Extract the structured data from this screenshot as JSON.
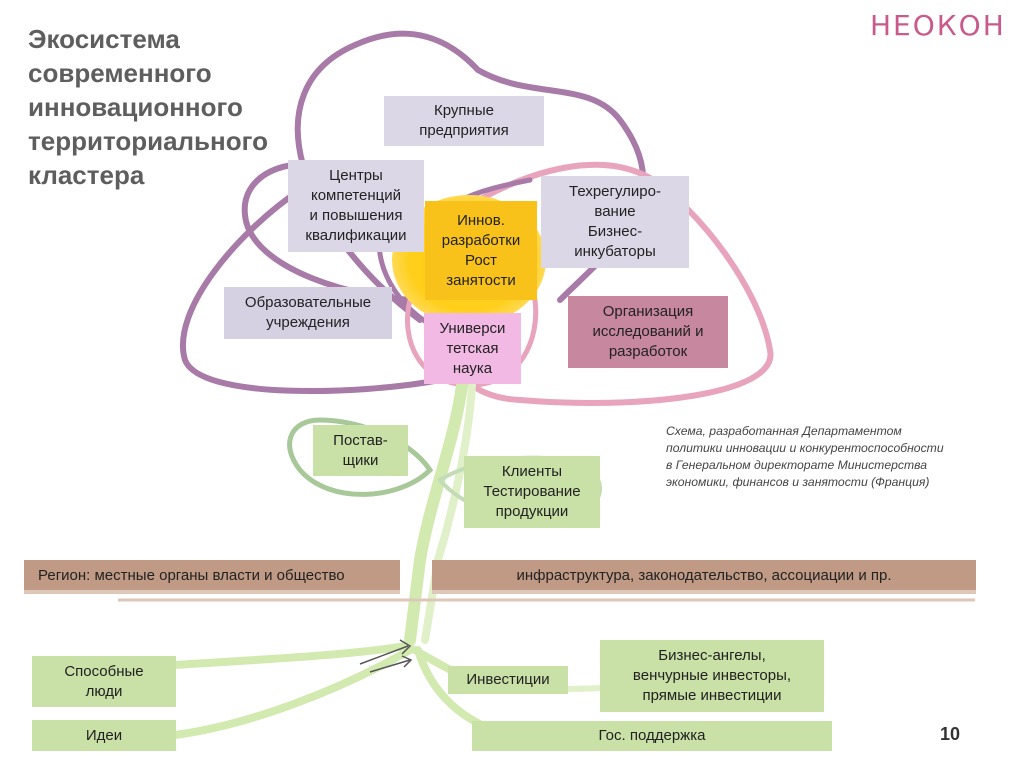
{
  "title": "Экосистема\nсовременного\nинновационного\nтерриториального\nкластера",
  "logo": "НЕОКОН",
  "page_number": "10",
  "petals": {
    "large_enterprises": "Крупные\nпредприятия",
    "competence_centers": "Центры\nкомпетенций\nи повышения\nквалификации",
    "tech_regulation": "Техрегулиро-\nвание\nБизнес-\nинкубаторы",
    "educational": "Образовательные\nучреждения",
    "core": "Иннов.\nразработки\nРост\nзанятости",
    "research_org": "Организация\nисследований и\nразработок",
    "university": "Универси\nтетская\nнаука"
  },
  "leaves": {
    "suppliers": "Постав-\nщики",
    "clients": "Клиенты\nТестирование\nпродукции"
  },
  "ground": {
    "region": "Регион: местные органы власти и общество",
    "infrastructure": "инфраструктура, законодательство, ассоциации и пр."
  },
  "roots": {
    "capable_people": "Способные\nлюди",
    "ideas": "Идеи",
    "investments": "Инвестиции",
    "business_angels": "Бизнес-ангелы,\nвенчурные инвесторы,\nпрямые инвестиции",
    "gov_support": "Гос. поддержка"
  },
  "note": "Схема, разработанная Департаментом\nполитики инновации и конкурентоспособности\nв Генеральном директорате Министерства\nэкономики, финансов и занятости (Франция)",
  "colors": {
    "petal_outline_purple": "#a77aa8",
    "petal_outline_pink": "#e8a3bd",
    "stem_green": "#d2eab0",
    "leaf_outline": "#a8c89a",
    "sun_yellow": "#ffcf1c"
  }
}
